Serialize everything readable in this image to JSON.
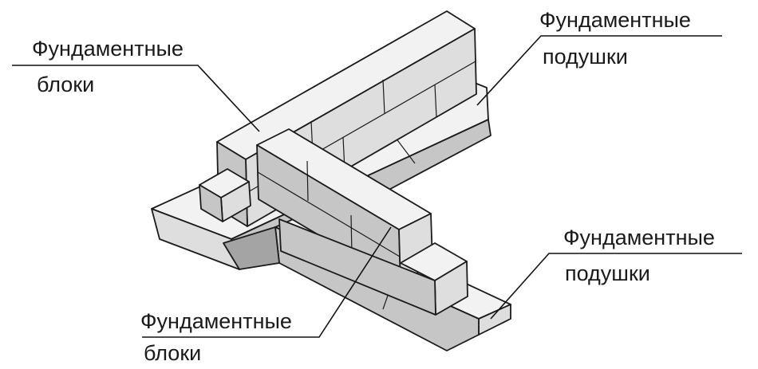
{
  "labels": {
    "blocks_top_line1": "Фундаментные",
    "blocks_top_line2": "блоки",
    "pads_top_line1": "Фундаментные",
    "pads_top_line2": "подушки",
    "pads_bottom_line1": "Фундаментные",
    "pads_bottom_line2": "подушки",
    "blocks_bottom_line1": "Фундаментные",
    "blocks_bottom_line2": "блоки"
  }
}
